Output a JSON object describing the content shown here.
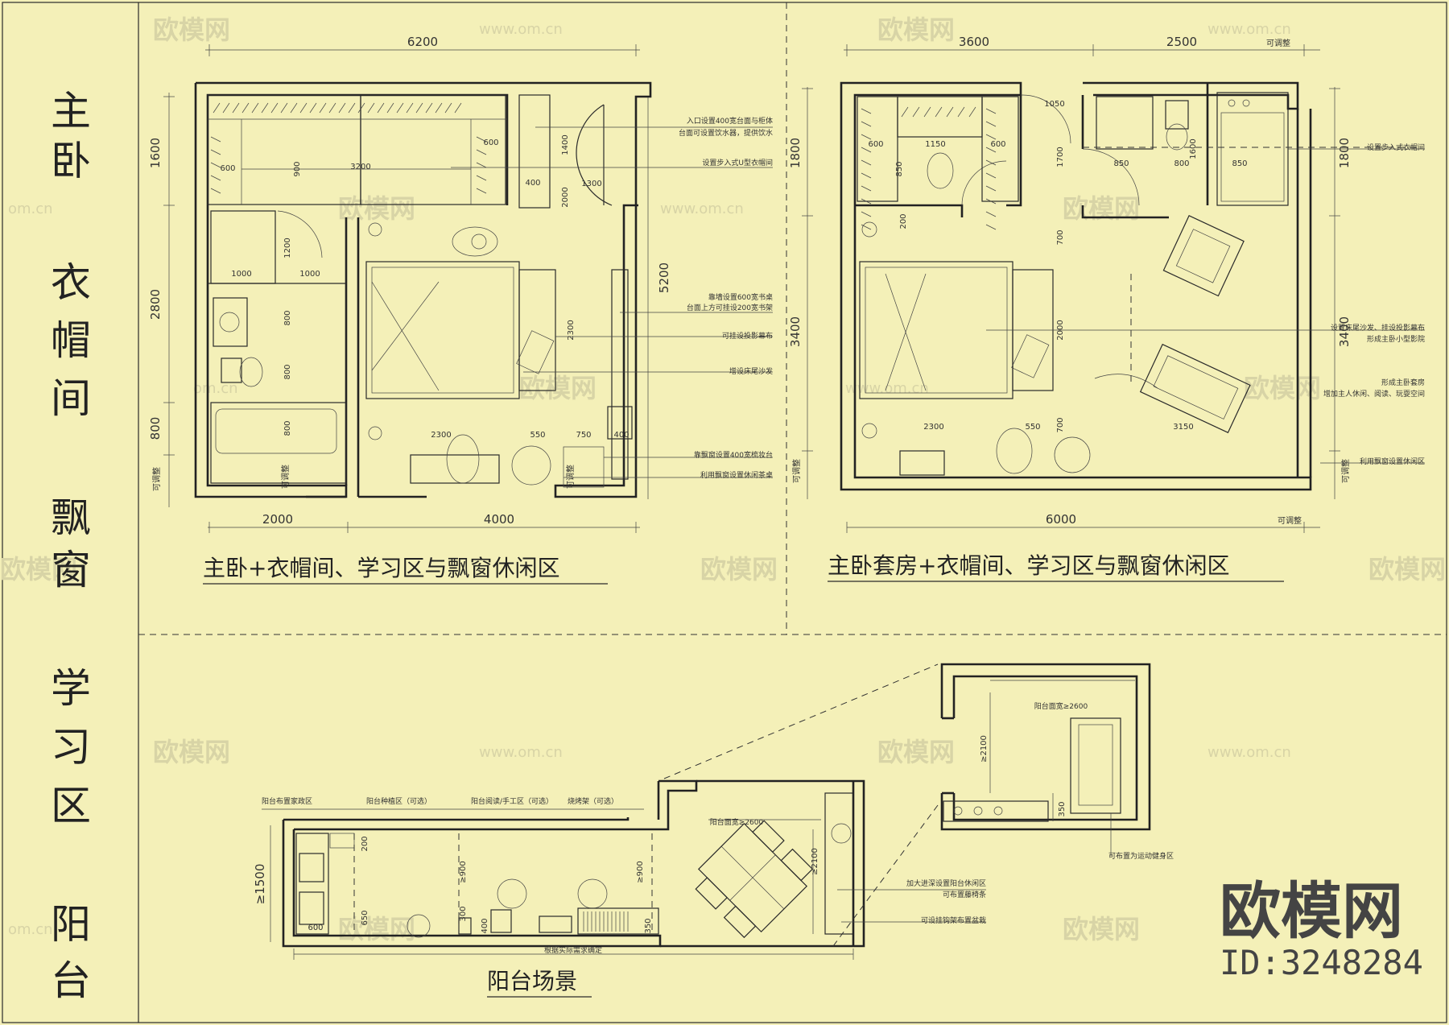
{
  "side_title": [
    "主",
    "卧",
    "衣",
    "帽",
    "间",
    "飘",
    "窗",
    "学",
    "习",
    "区",
    "阳",
    "台"
  ],
  "plan1": {
    "title": "主卧+衣帽间、学习区与飘窗休闲区",
    "dims": {
      "top": "6200",
      "left_a": "1600",
      "left_b": "2800",
      "left_c": "800",
      "left_d": "可调整",
      "bottom_a": "2000",
      "bottom_b": "4000",
      "right": "5200",
      "in_3200": "3200",
      "in_600a": "600",
      "in_600b": "600",
      "in_900": "900",
      "in_1400": "1400",
      "in_2000": "2000",
      "in_1300": "1300",
      "in_400": "400",
      "in_1000a": "1000",
      "in_1000b": "1000",
      "in_1200": "1200",
      "in_800a": "800",
      "in_800b": "800",
      "in_800c": "800",
      "in_2300": "2300",
      "in_550": "550",
      "in_750": "750",
      "in_400b": "400",
      "in_2300b": "2300",
      "adj": "可调整",
      "adj2": "可调整"
    },
    "notes": [
      "入口设置400宽台面与柜体",
      "台面可设置饮水器，提供饮水",
      "设置步入式U型衣帽间",
      "靠墙设置600宽书桌",
      "台面上方可挂设200宽书架",
      "可挂设投影幕布",
      "增设床尾沙发",
      "靠飘窗设置400宽梳妆台",
      "利用飘窗设置休闲茶桌"
    ]
  },
  "plan2": {
    "title": "主卧套房+衣帽间、学习区与飘窗休闲区",
    "dims": {
      "top_a": "3600",
      "top_b": "2500",
      "top_adj": "可调整",
      "left_a": "1800",
      "left_b": "3400",
      "left_adj": "可调整",
      "right_a": "1800",
      "right_b": "3400",
      "right_adj": "可调整",
      "bottom": "6000",
      "bottom_adj": "可调整",
      "in_1050": "1050",
      "in_600a": "600",
      "in_1150": "1150",
      "in_600b": "600",
      "in_850": "850",
      "in_1700": "1700",
      "in_1600": "1600",
      "in_850b": "850",
      "in_800": "800",
      "in_850c": "850",
      "in_200": "200",
      "in_700a": "700",
      "in_2000": "2000",
      "in_700b": "700",
      "in_2300": "2300",
      "in_550": "550",
      "in_3150": "3150"
    },
    "notes": [
      "设置步入式衣帽间",
      "设置床尾沙发、挂设投影幕布",
      "形成主卧小型影院",
      "形成主卧套房",
      "增加主人休闲、阅读、玩耍空间",
      "利用飘窗设置休闲区"
    ]
  },
  "plan3": {
    "title": "阳台场景",
    "zones": [
      "阳台布置家政区",
      "阳台种植区（可选）",
      "阳台阅读/手工区（可选）",
      "烧烤架（可选）"
    ],
    "dims": {
      "depth": "≥1500",
      "d900a": "≥900",
      "d900b": "≥900",
      "d2600": "阳台面宽≥2600",
      "d2100": "≥2100",
      "d300": "300",
      "d400": "400",
      "d350": "350",
      "d650": "650",
      "d600": "600",
      "d200": "200",
      "bottom": "根据实际需求确定",
      "inset_w": "阳台面宽≥2600",
      "inset_h": "≥2100",
      "inset_350": "350"
    },
    "notes": [
      "加大进深设置阳台休闲区",
      "可布置藤椅条",
      "可设挂钩架布置盆栽"
    ],
    "inset_note": "可布置为运动健身区"
  },
  "watermark": {
    "brand": "欧模网",
    "url": "www.om.cn",
    "url_short": "om.cn"
  },
  "logo": {
    "brand": "欧模网",
    "id": "ID:3248284"
  }
}
